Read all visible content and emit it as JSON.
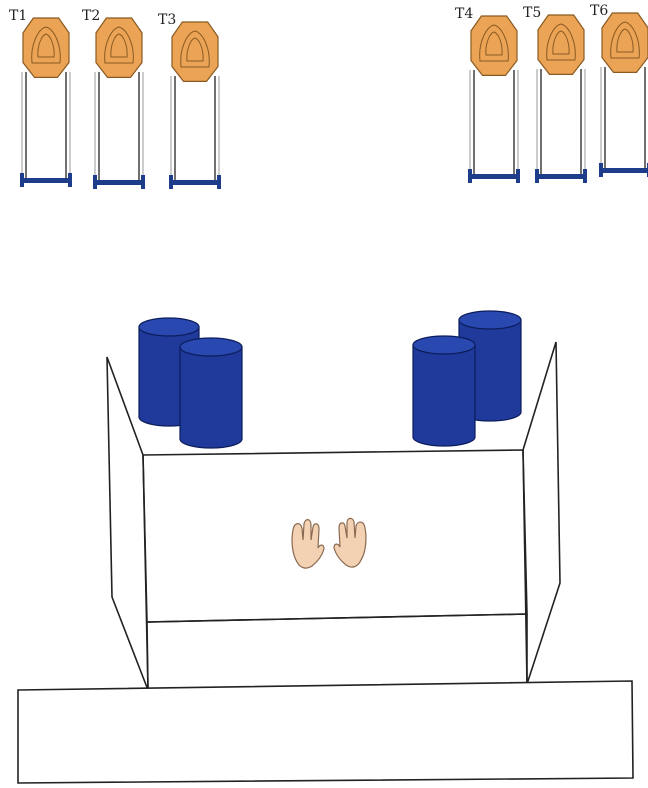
{
  "targets": [
    {
      "id": "t1",
      "label": "T1"
    },
    {
      "id": "t2",
      "label": "T2"
    },
    {
      "id": "t3",
      "label": "T3"
    },
    {
      "id": "t4",
      "label": "T4"
    },
    {
      "id": "t5",
      "label": "T5"
    },
    {
      "id": "t6",
      "label": "T6"
    }
  ],
  "colors": {
    "target_fill": "#eba456",
    "target_stroke": "#8a5a22",
    "stand_base": "#1d3d8a",
    "barrel_fill": "#1f3a9b",
    "barrel_stroke": "#0c1d5c",
    "hand_fill": "#f3d2b3",
    "hand_stroke": "#8a6a50",
    "line": "#222222"
  },
  "icons": {
    "barrel": "barrel-icon",
    "hands": "hands-icon",
    "target": "steel-target-icon"
  }
}
